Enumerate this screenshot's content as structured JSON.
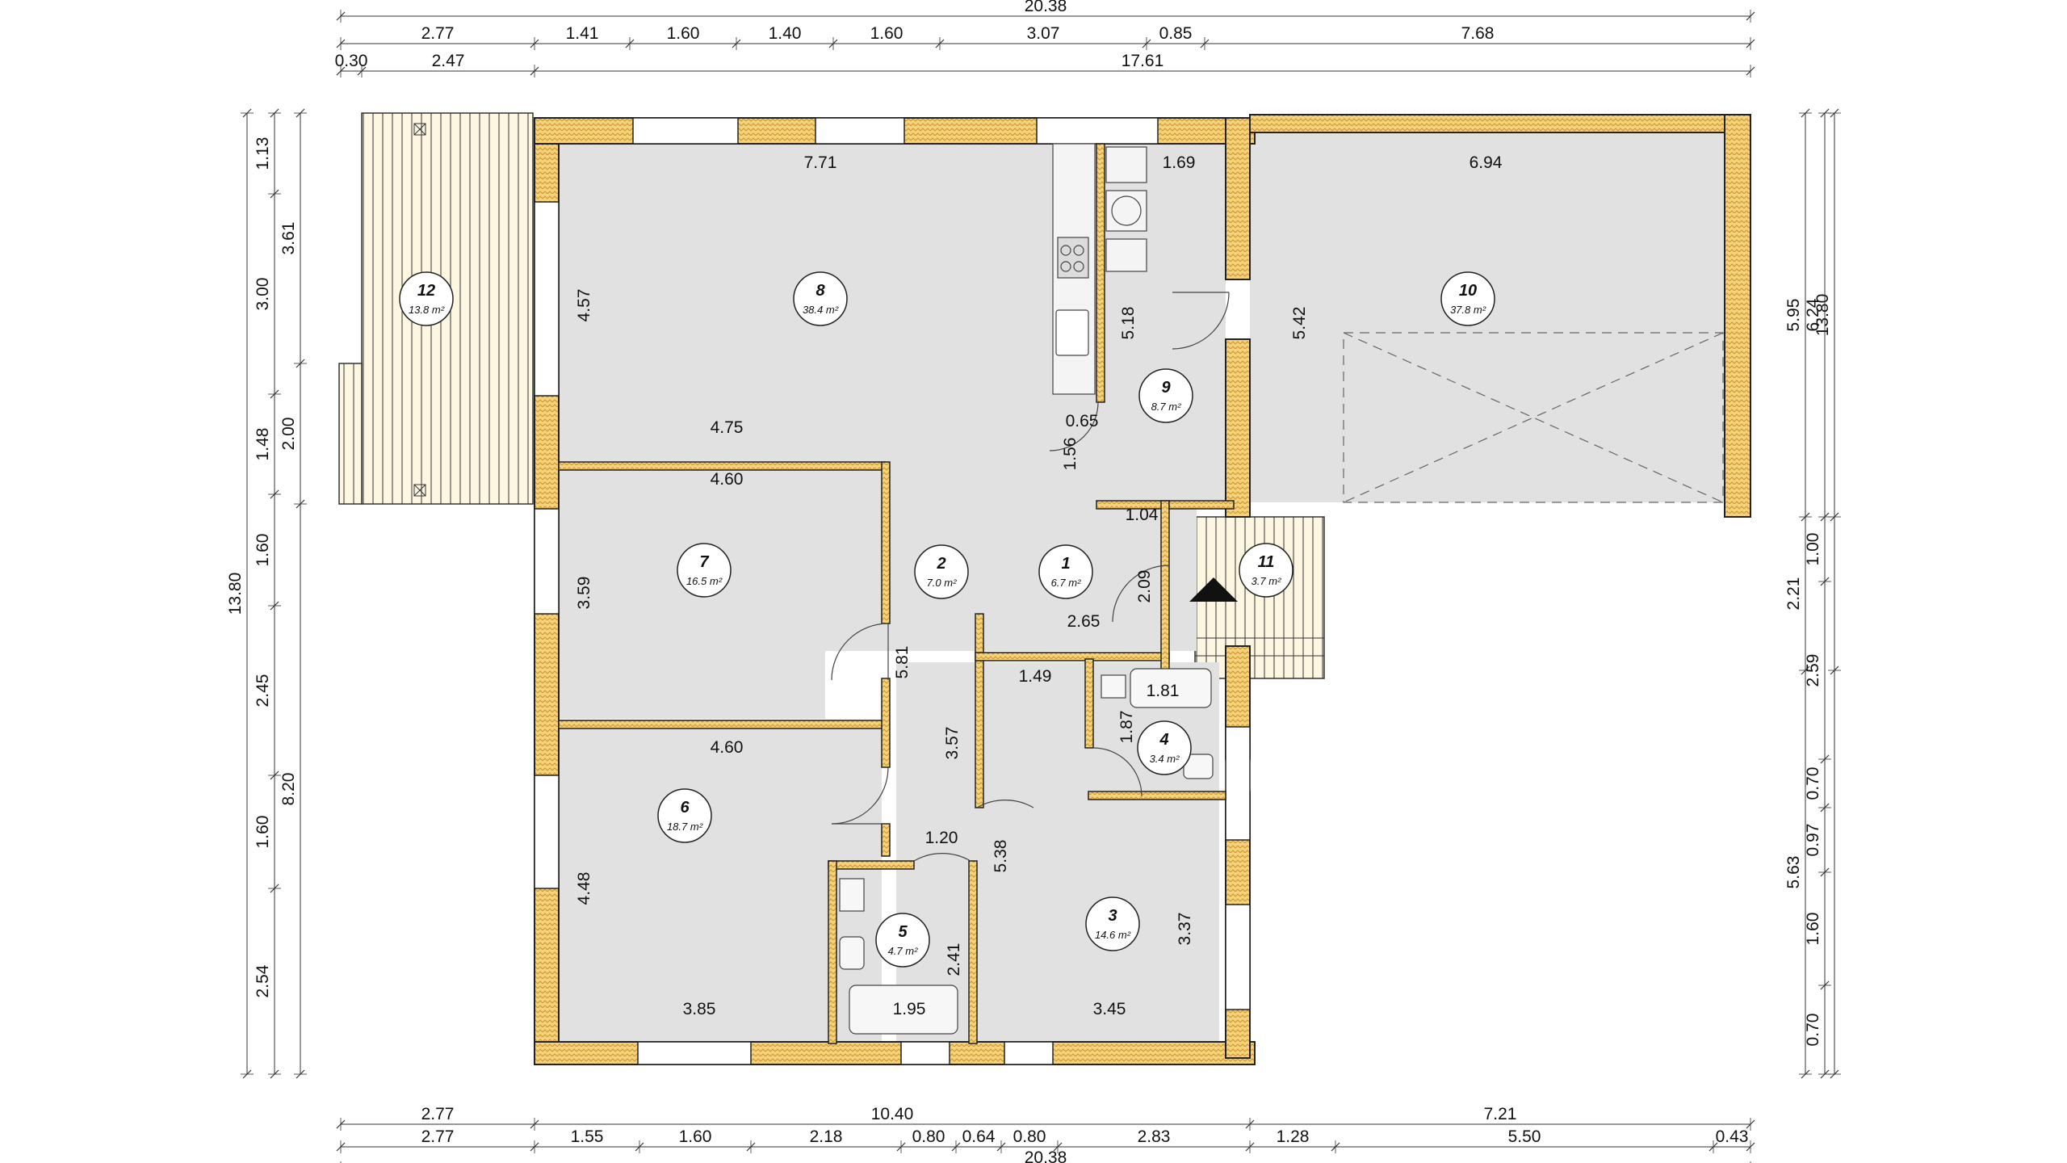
{
  "rooms": [
    {
      "number": "1",
      "area": "6.7 m²"
    },
    {
      "number": "2",
      "area": "7.0 m²"
    },
    {
      "number": "3",
      "area": "14.6 m²"
    },
    {
      "number": "4",
      "area": "3.4 m²"
    },
    {
      "number": "5",
      "area": "4.7 m²"
    },
    {
      "number": "6",
      "area": "18.7 m²"
    },
    {
      "number": "7",
      "area": "16.5 m²"
    },
    {
      "number": "8",
      "area": "38.4 m²"
    },
    {
      "number": "9",
      "area": "8.7 m²"
    },
    {
      "number": "10",
      "area": "37.8 m²"
    },
    {
      "number": "11",
      "area": "3.7 m²"
    },
    {
      "number": "12",
      "area": "13.8 m²"
    }
  ],
  "dims_top": {
    "overall": "20.38",
    "row1": [
      "2.77",
      "1.41",
      "1.60",
      "1.40",
      "1.60",
      "3.07",
      "0.85",
      "7.68"
    ],
    "row2": [
      "0.30",
      "2.47",
      "17.61"
    ]
  },
  "dims_bottom": {
    "row1": [
      "2.77",
      "10.40",
      "7.21"
    ],
    "row2": [
      "2.77",
      "1.55",
      "1.60",
      "2.18",
      "0.80",
      "0.64",
      "0.80",
      "2.83",
      "1.28",
      "5.50",
      "0.43"
    ],
    "overall": "20.38"
  },
  "dims_left": {
    "overall": "13.80",
    "inner": [
      "1.13",
      "3.00",
      "1.48",
      "1.60",
      "2.45",
      "1.60",
      "2.54"
    ],
    "outer": [
      "3.61",
      "2.00",
      "8.20"
    ]
  },
  "dims_right": {
    "overall": "13.80",
    "inner": [
      "5.95",
      "2.21",
      "5.63"
    ],
    "outer": [
      "6.24",
      "1.00",
      "2.59",
      "0.70",
      "0.97",
      "1.60",
      "0.70"
    ]
  },
  "dims_interior": [
    "7.71",
    "1.69",
    "6.94",
    "4.57",
    "5.18",
    "5.42",
    "4.75",
    "0.65",
    "1.56",
    "4.60",
    "1.04",
    "2.09",
    "3.59",
    "2.65",
    "5.81",
    "1.49",
    "1.81",
    "1.87",
    "3.57",
    "4.60",
    "1.20",
    "5.38",
    "4.48",
    "2.41",
    "3.37",
    "3.85",
    "1.95",
    "3.45"
  ]
}
